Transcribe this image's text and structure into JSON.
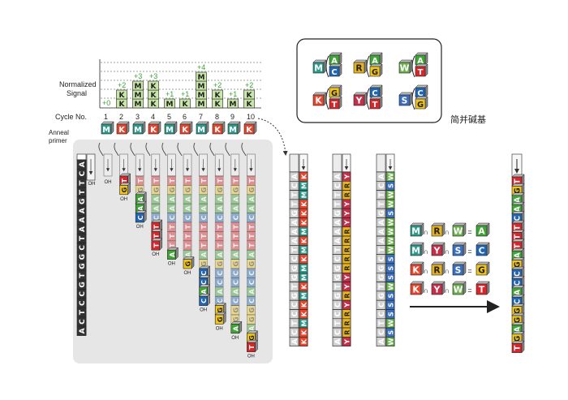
{
  "panel_signal": {
    "label_line1": "Normalized",
    "label_line2": "Signal",
    "cycle_label": "Cycle No.",
    "cycles": [
      "1",
      "2",
      "3",
      "4",
      "5",
      "6",
      "7",
      "8",
      "9",
      "10"
    ],
    "increments": [
      "+0",
      "+2",
      "+3",
      "+3",
      "+1",
      "+1",
      "+4",
      "+2",
      "+1",
      "+2"
    ],
    "bar_stacks": [
      [],
      [
        "K",
        "K"
      ],
      [
        "M",
        "M",
        "M"
      ],
      [
        "K",
        "K",
        "K"
      ],
      [
        "M"
      ],
      [
        "K"
      ],
      [
        "M",
        "M",
        "M",
        "M"
      ],
      [
        "K",
        "K"
      ],
      [
        "M"
      ],
      [
        "K",
        "K"
      ]
    ],
    "added_bases": [
      "M",
      "K",
      "M",
      "K",
      "M",
      "K",
      "M",
      "K",
      "M",
      "K"
    ]
  },
  "primer_label_line1": "Anneal",
  "primer_label_line2": "primer",
  "oh_label": "OH",
  "template": [
    "A",
    "C",
    "T",
    "T",
    "G",
    "A",
    "A",
    "A",
    "T",
    "C",
    "G",
    "G",
    "T",
    "G",
    "C",
    "C",
    "T",
    "C",
    "A"
  ],
  "extended": [
    "T",
    "G",
    "A",
    "A",
    "C",
    "T",
    "T",
    "T",
    "A",
    "G",
    "C",
    "C",
    "A",
    "C",
    "G",
    "G",
    "A",
    "G",
    "T"
  ],
  "legend": {
    "title": "简并碱基",
    "pairs": [
      {
        "code": "M",
        "bases": [
          "A",
          "C"
        ]
      },
      {
        "code": "R",
        "bases": [
          "A",
          "G"
        ]
      },
      {
        "code": "W",
        "bases": [
          "A",
          "T"
        ]
      },
      {
        "code": "K",
        "bases": [
          "G",
          "T"
        ]
      },
      {
        "code": "Y",
        "bases": [
          "C",
          "T"
        ]
      },
      {
        "code": "S",
        "bases": [
          "C",
          "G"
        ]
      }
    ]
  },
  "read_mk": [
    "K",
    "M",
    "M",
    "K",
    "K",
    "K",
    "M",
    "K",
    "M",
    "K",
    "M",
    "M",
    "K",
    "M",
    "K",
    "K",
    "M",
    "K",
    "K"
  ],
  "read_ry": [
    "Y",
    "R",
    "R",
    "Y",
    "Y",
    "Y",
    "R",
    "R",
    "R",
    "R",
    "R",
    "Y",
    "Y",
    "R",
    "Y",
    "R",
    "R",
    "R",
    "Y"
  ],
  "read_ws": [
    "W",
    "S",
    "W",
    "W",
    "S",
    "W",
    "W",
    "W",
    "W",
    "S",
    "S",
    "S",
    "W",
    "S",
    "S",
    "S",
    "W",
    "S",
    "W"
  ],
  "intersections": [
    {
      "ops": [
        "M",
        "R",
        "W"
      ],
      "result": "A"
    },
    {
      "ops": [
        "M",
        "Y",
        "S"
      ],
      "result": "C"
    },
    {
      "ops": [
        "K",
        "R",
        "S"
      ],
      "result": "G"
    },
    {
      "ops": [
        "K",
        "Y",
        "W"
      ],
      "result": "T"
    }
  ],
  "cap_symbol": "∩",
  "eq_symbol": "=",
  "colors": {
    "A": "#3fa535",
    "C": "#2166b5",
    "G": "#f0c419",
    "T": "#d7272b",
    "M": "#2a9b8a",
    "K": "#e8452c",
    "R": "#e8b41d",
    "Y": "#c4304a",
    "W": "#6ab04c",
    "S": "#3a6fc0",
    "bar": "#c9e7a8",
    "signal_green": "#3aa335",
    "template_dark": "#333333",
    "panel_bg": "#e6e6e6"
  }
}
